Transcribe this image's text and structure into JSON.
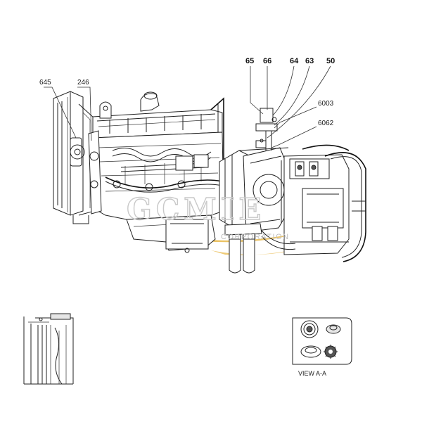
{
  "callouts": {
    "c645": "645",
    "c246": "246",
    "c65": "65",
    "c66": "66",
    "c64": "64",
    "c63": "63",
    "c50": "50",
    "c6003": "6003",
    "c6062": "6062"
  },
  "view_caption": "VIEW A-A",
  "watermark": {
    "main": "GCMIE",
    "sub": "CORPORATION"
  },
  "colors": {
    "watermark_gold": "#e8b84a",
    "line": "#222222"
  }
}
